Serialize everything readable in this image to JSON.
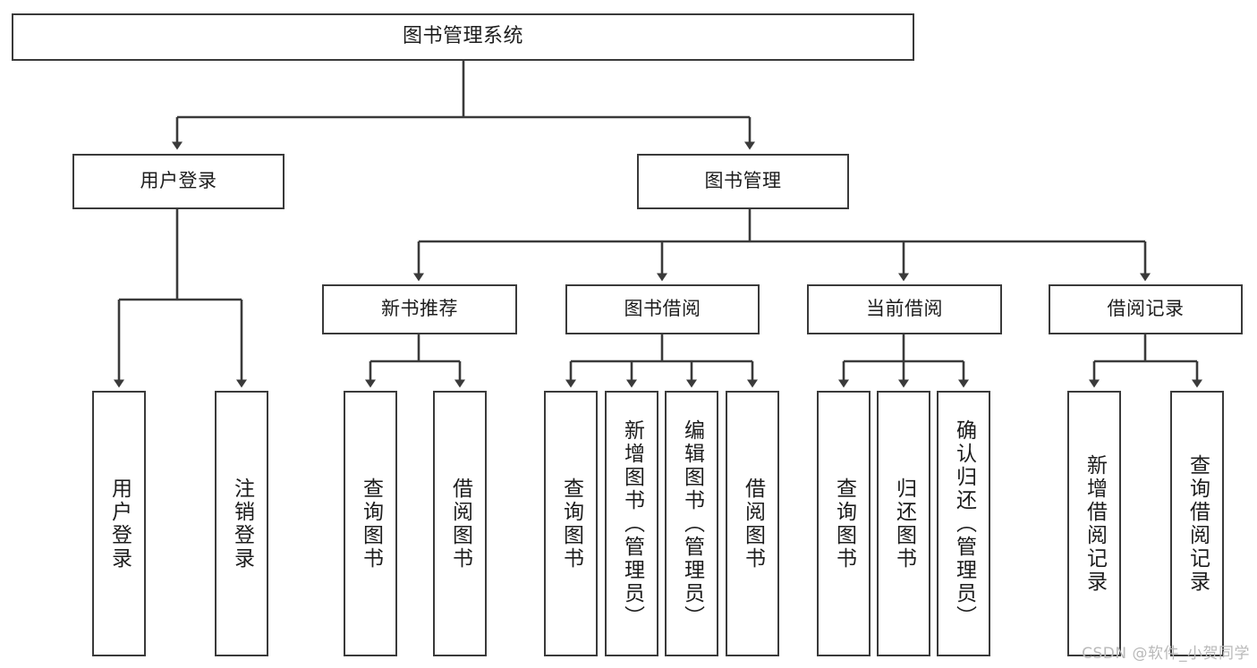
{
  "diagram": {
    "type": "tree",
    "title": "图书管理系统",
    "style": {
      "stroke": "#3a3a3a",
      "fill": "#ffffff",
      "text": "#1d1d1d",
      "watermark_color": "#b9b9b9"
    },
    "root": {
      "label": "图书管理系统"
    },
    "level1": [
      {
        "label": "用户登录"
      },
      {
        "label": "图书管理"
      }
    ],
    "level2": [
      {
        "label": "新书推荐"
      },
      {
        "label": "图书借阅"
      },
      {
        "label": "当前借阅"
      },
      {
        "label": "借阅记录"
      }
    ],
    "leaves": {
      "user_login": [
        {
          "label": "用户登录"
        },
        {
          "label": "注销登录"
        }
      ],
      "new_book_recommend": [
        {
          "label": "查询图书"
        },
        {
          "label": "借阅图书"
        }
      ],
      "book_borrow": [
        {
          "label": "查询图书"
        },
        {
          "label": "新增图书（管理员）"
        },
        {
          "label": "编辑图书（管理员）"
        },
        {
          "label": "借阅图书"
        }
      ],
      "current_borrow": [
        {
          "label": "查询图书"
        },
        {
          "label": "归还图书"
        },
        {
          "label": "确认归还（管理员）"
        }
      ],
      "borrow_record": [
        {
          "label": "新增借阅记录"
        },
        {
          "label": "查询借阅记录"
        }
      ]
    }
  },
  "watermark": {
    "text": "CSDN @软件_小贺同学"
  }
}
